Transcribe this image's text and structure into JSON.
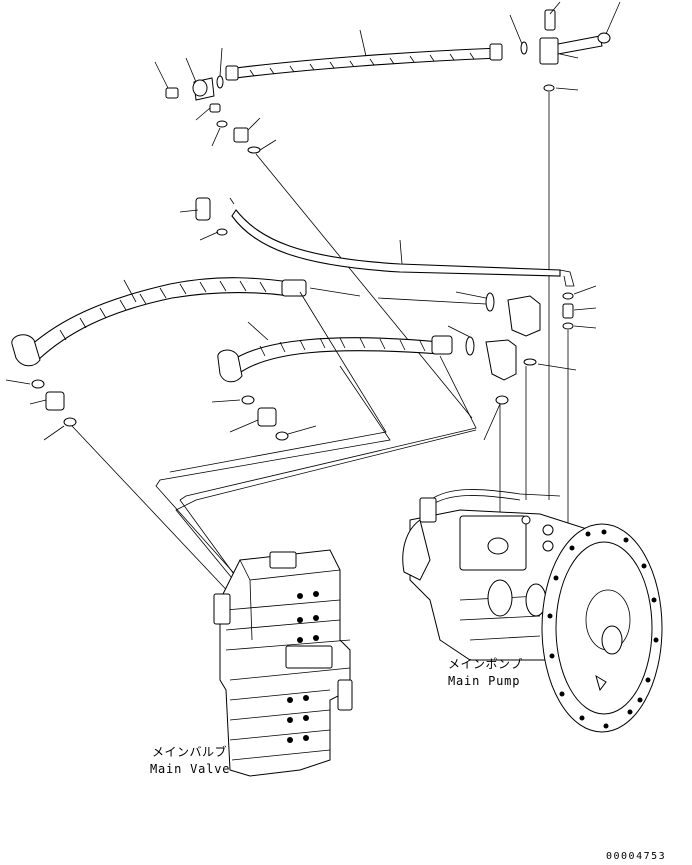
{
  "labels": {
    "main_valve_jp": "メインバルブ",
    "main_valve_en": "Main Valve",
    "main_pump_jp": "メインポンプ",
    "main_pump_en": "Main Pump"
  },
  "drawing_number": "00004753"
}
